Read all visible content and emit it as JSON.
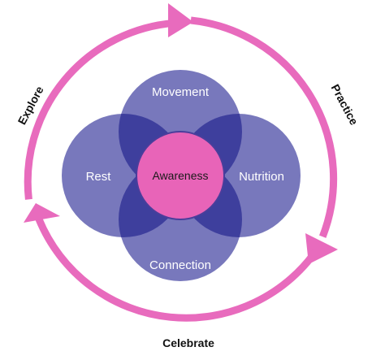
{
  "diagram": {
    "petals": {
      "top": "Movement",
      "left": "Rest",
      "right": "Nutrition",
      "bottom": "Connection"
    },
    "center": "Awareness",
    "cycle": {
      "left": "Explore",
      "right": "Practice",
      "bottom": "Celebrate"
    }
  },
  "colors": {
    "petal_fill": "#7878bc",
    "petal_overlap": "#3e3f9d",
    "center_fill": "#e864b8",
    "center_stroke": "#4a3e9b",
    "arrow_color": "#e86bbd"
  }
}
